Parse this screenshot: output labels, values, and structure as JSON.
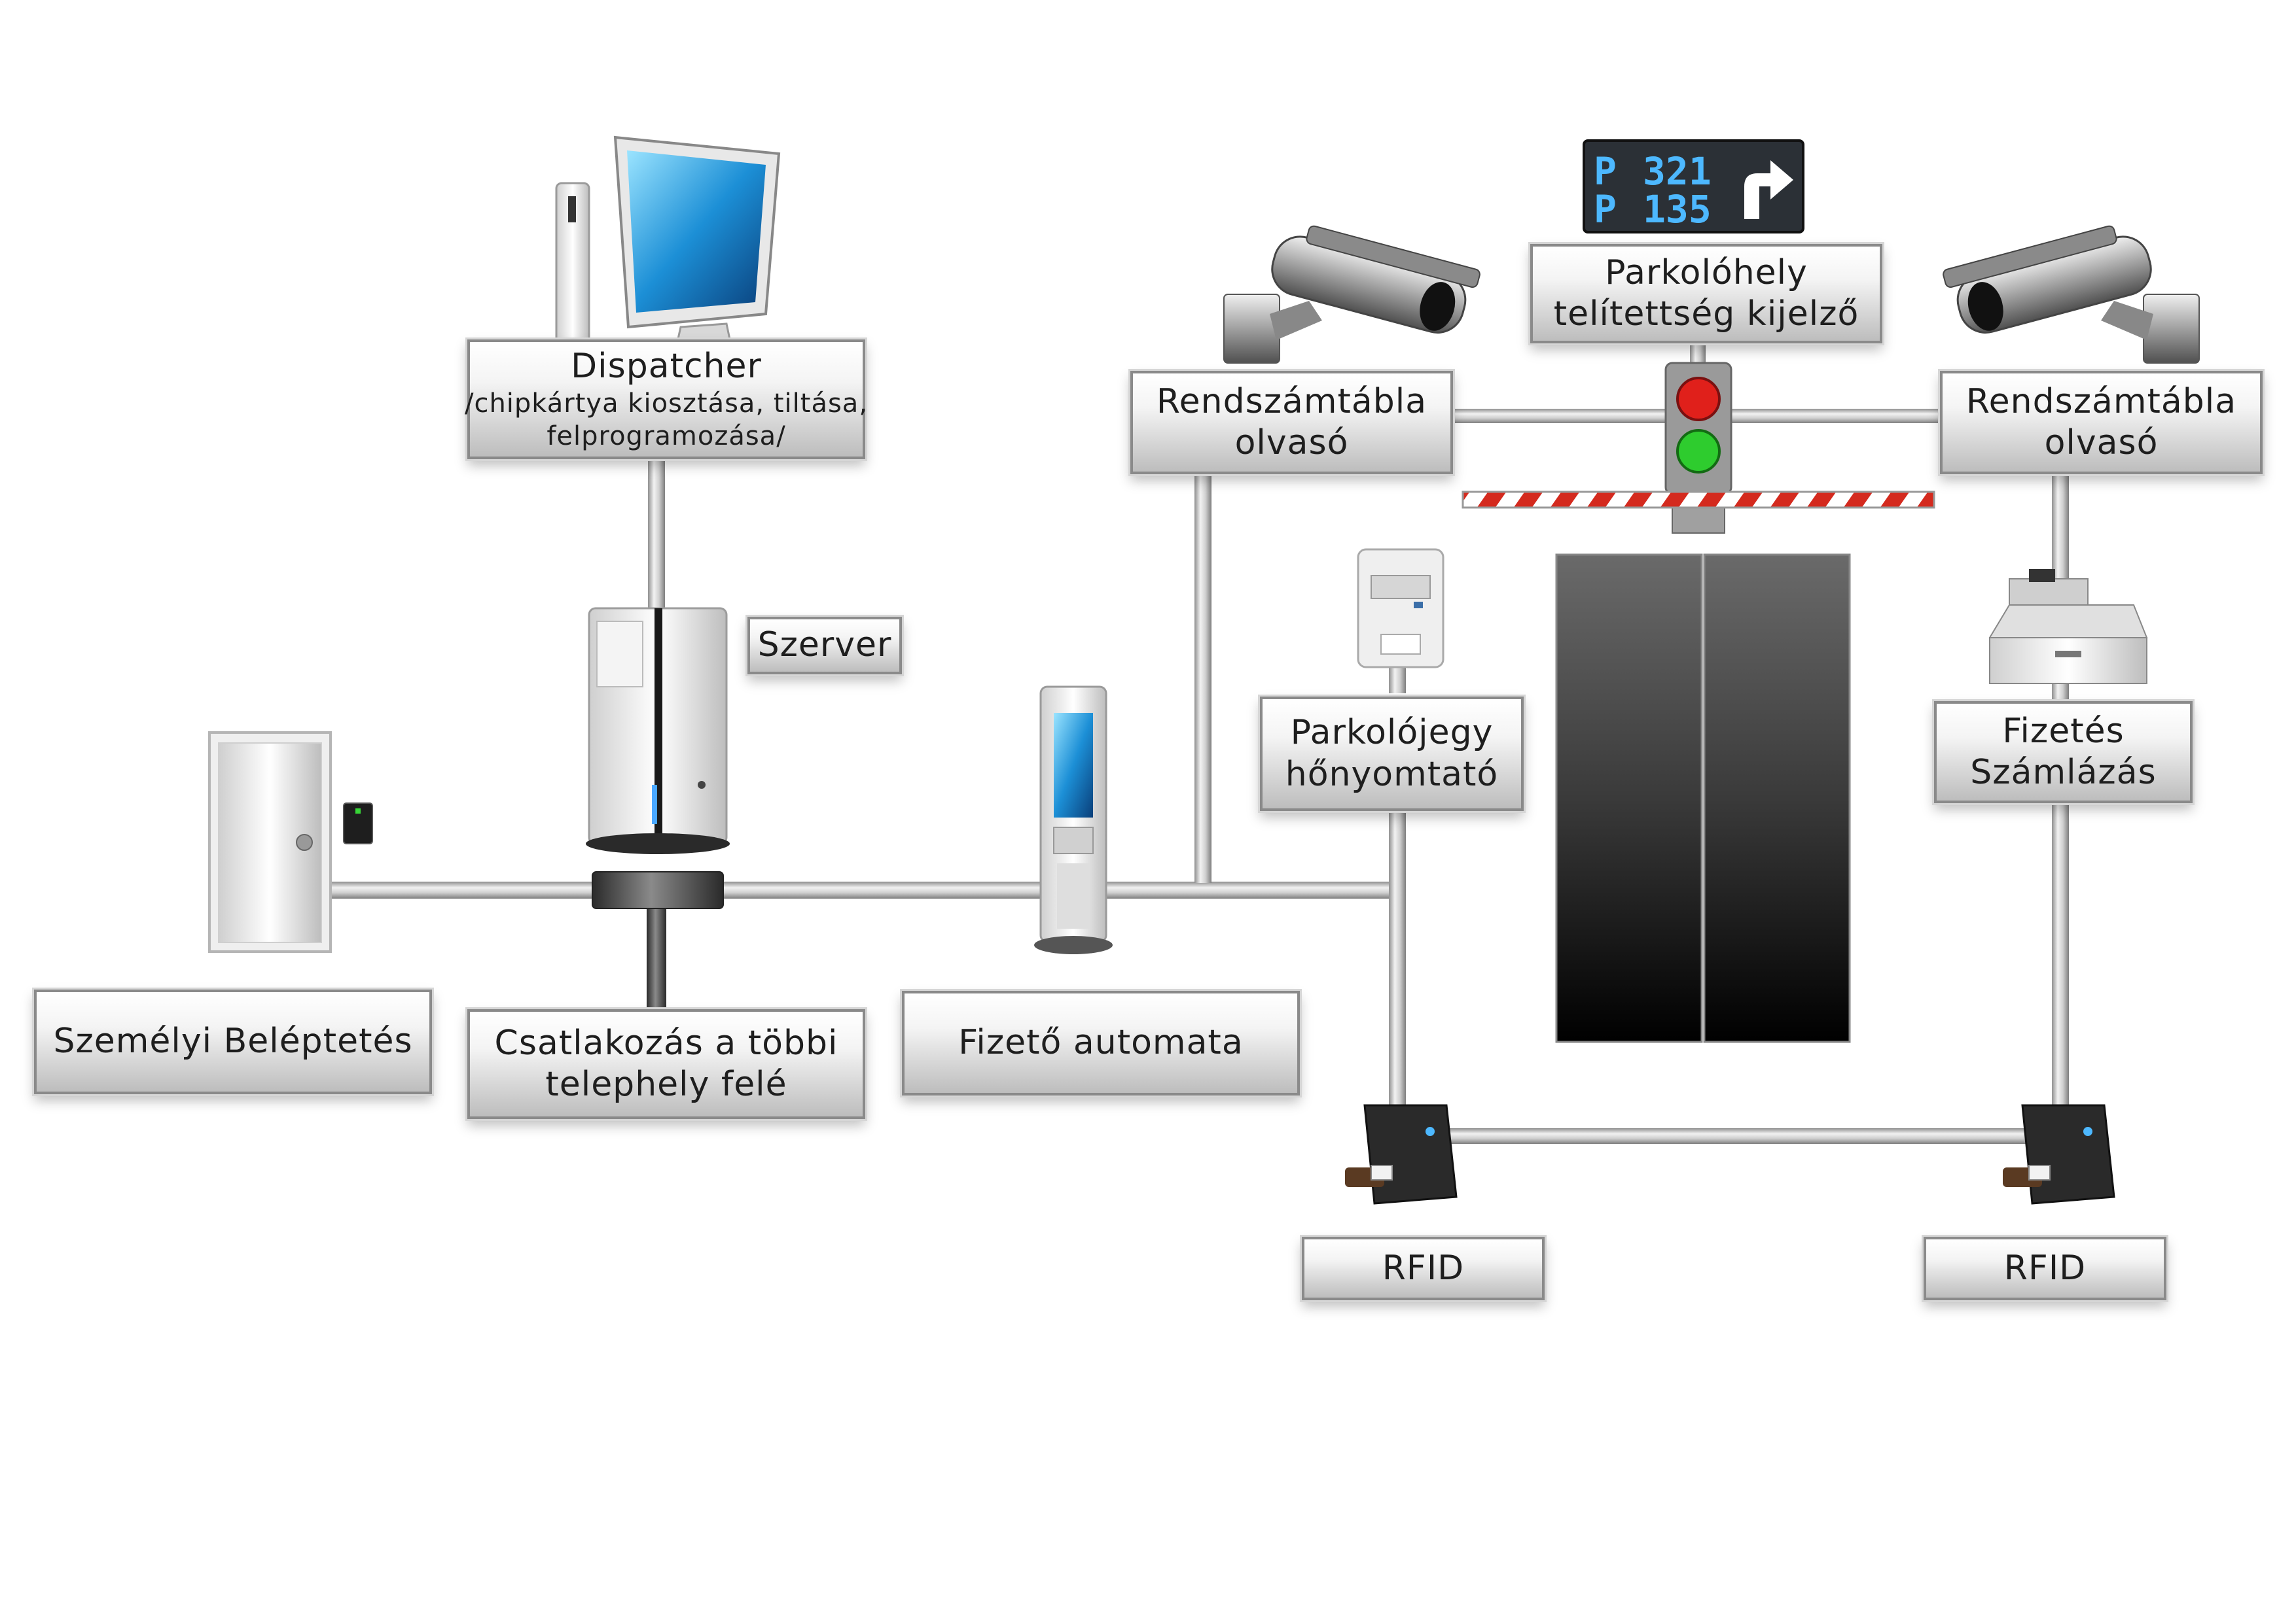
{
  "labels": {
    "dispatcher": {
      "title": "Dispatcher",
      "line2": "/chipkártya kiosztása, tiltása,",
      "line3": "felprogramozása/"
    },
    "szerver": "Szerver",
    "rendszam_left": {
      "line1": "Rendszámtábla",
      "line2": "olvasó"
    },
    "rendszam_right": {
      "line1": "Rendszámtábla",
      "line2": "olvasó"
    },
    "parkolohely": {
      "line1": "Parkolóhely",
      "line2": "telítettség kijelző"
    },
    "parkolojegy": {
      "line1": "Parkolójegy",
      "line2": "hőnyomtató"
    },
    "fizetes": {
      "line1": "Fizetés",
      "line2": "Számlázás"
    },
    "szemelyi": "Személyi Beléptetés",
    "csatlakozas": {
      "line1": "Csatlakozás a többi",
      "line2": "telephely felé"
    },
    "fizeto": "Fizető automata",
    "rfid_left": "RFID",
    "rfid_right": "RFID"
  },
  "display_sign": {
    "row1_letter": "P",
    "row1_number": "321",
    "row2_letter": "P",
    "row2_number": "135"
  },
  "icons": [
    "monitor-icon",
    "server-icon",
    "door-icon",
    "card-reader-icon",
    "payment-kiosk-icon",
    "cctv-camera-icon",
    "traffic-light-icon",
    "barrier-icon",
    "ticket-printer-icon",
    "cash-register-icon",
    "gate-icon",
    "rfid-reader-icon"
  ],
  "colors": {
    "pipe": "#a8a8a8",
    "label_border": "#8a8a8a",
    "sign_bg": "#2b3036",
    "sign_text": "#4db8ff",
    "light_red": "#e0201b",
    "light_green": "#2ecc2e",
    "barrier_red": "#d42a1e"
  }
}
